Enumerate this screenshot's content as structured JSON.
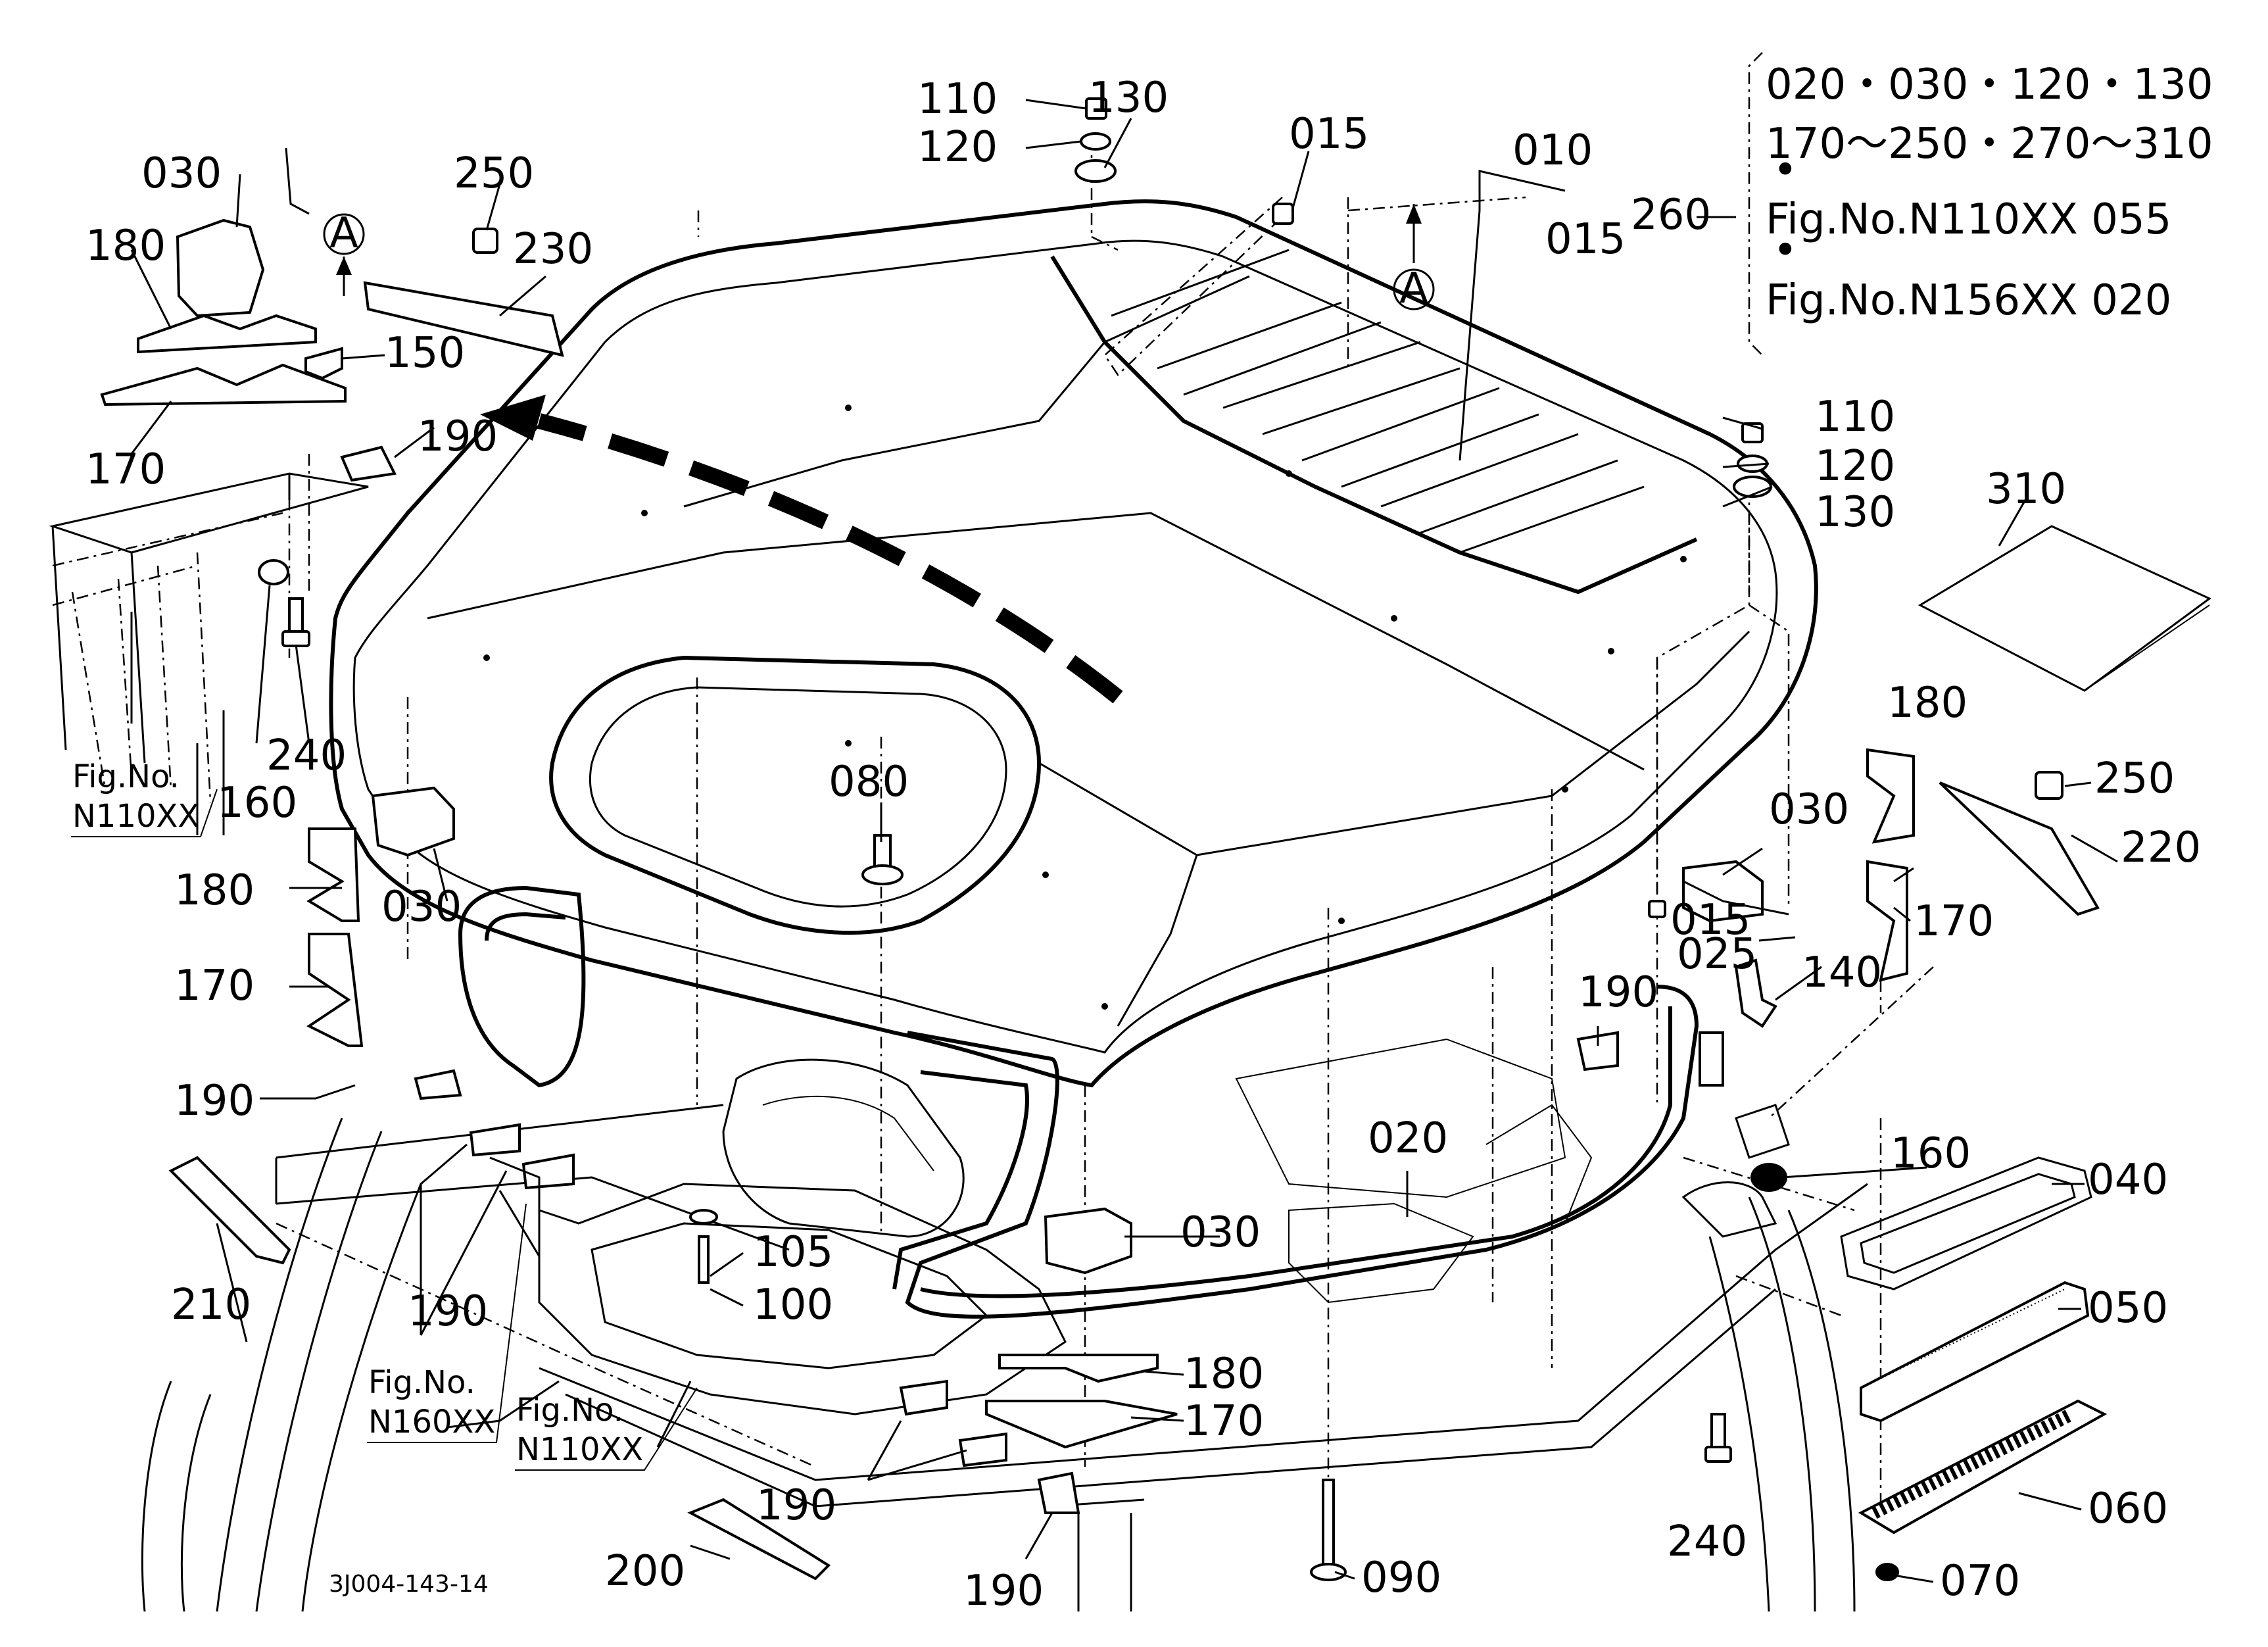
{
  "diagram": {
    "drawing_code": "3J004-143-14",
    "reference_note": {
      "key": "260",
      "lines": [
        "020・030・120・130",
        "170〜250・270〜310",
        "Fig.No.N110XX  055",
        "Fig.No.N156XX  020"
      ]
    },
    "view_marker": "A",
    "figure_refs": [
      {
        "line1": "Fig.No.",
        "line2": "N110XX"
      },
      {
        "line1": "Fig.No.",
        "line2": "N160XX"
      },
      {
        "line1": "Fig.No.",
        "line2": "N110XX"
      }
    ],
    "labels": [
      "010",
      "015",
      "015",
      "015",
      "020",
      "025",
      "030",
      "030",
      "030",
      "030",
      "040",
      "050",
      "060",
      "070",
      "080",
      "090",
      "100",
      "105",
      "110",
      "110",
      "120",
      "120",
      "130",
      "130",
      "140",
      "150",
      "160",
      "160",
      "170",
      "170",
      "170",
      "170",
      "180",
      "180",
      "180",
      "180",
      "190",
      "190",
      "190",
      "190",
      "190",
      "190",
      "200",
      "210",
      "220",
      "230",
      "240",
      "240",
      "250",
      "250",
      "310"
    ]
  }
}
